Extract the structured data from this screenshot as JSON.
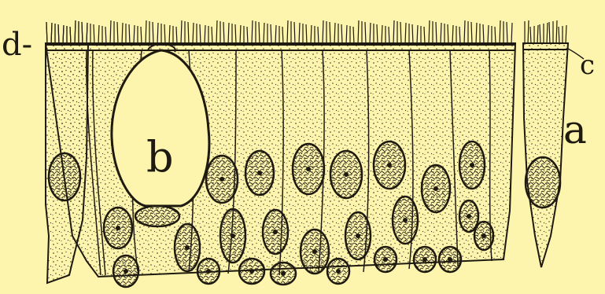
{
  "figure": {
    "background": "#fdf4ad",
    "ink": "#1e1a10",
    "labels": {
      "d": "d-",
      "b": "b",
      "c": "c",
      "a": "a"
    }
  }
}
